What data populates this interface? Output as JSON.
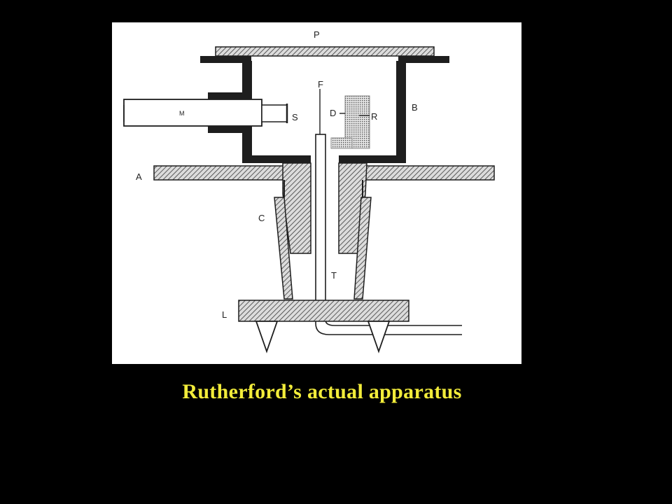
{
  "caption": "Rutherford’s actual apparatus",
  "colors": {
    "background": "#000000",
    "caption": "#f2ec3a",
    "panel": "#ffffff",
    "ink": "#1e1e1e"
  },
  "diagram": {
    "labels": {
      "P": "P",
      "B": "B",
      "F": "F",
      "D": "D",
      "R": "R",
      "S": "S",
      "M": "M",
      "A": "A",
      "C": "C",
      "T": "T",
      "L": "L"
    }
  }
}
